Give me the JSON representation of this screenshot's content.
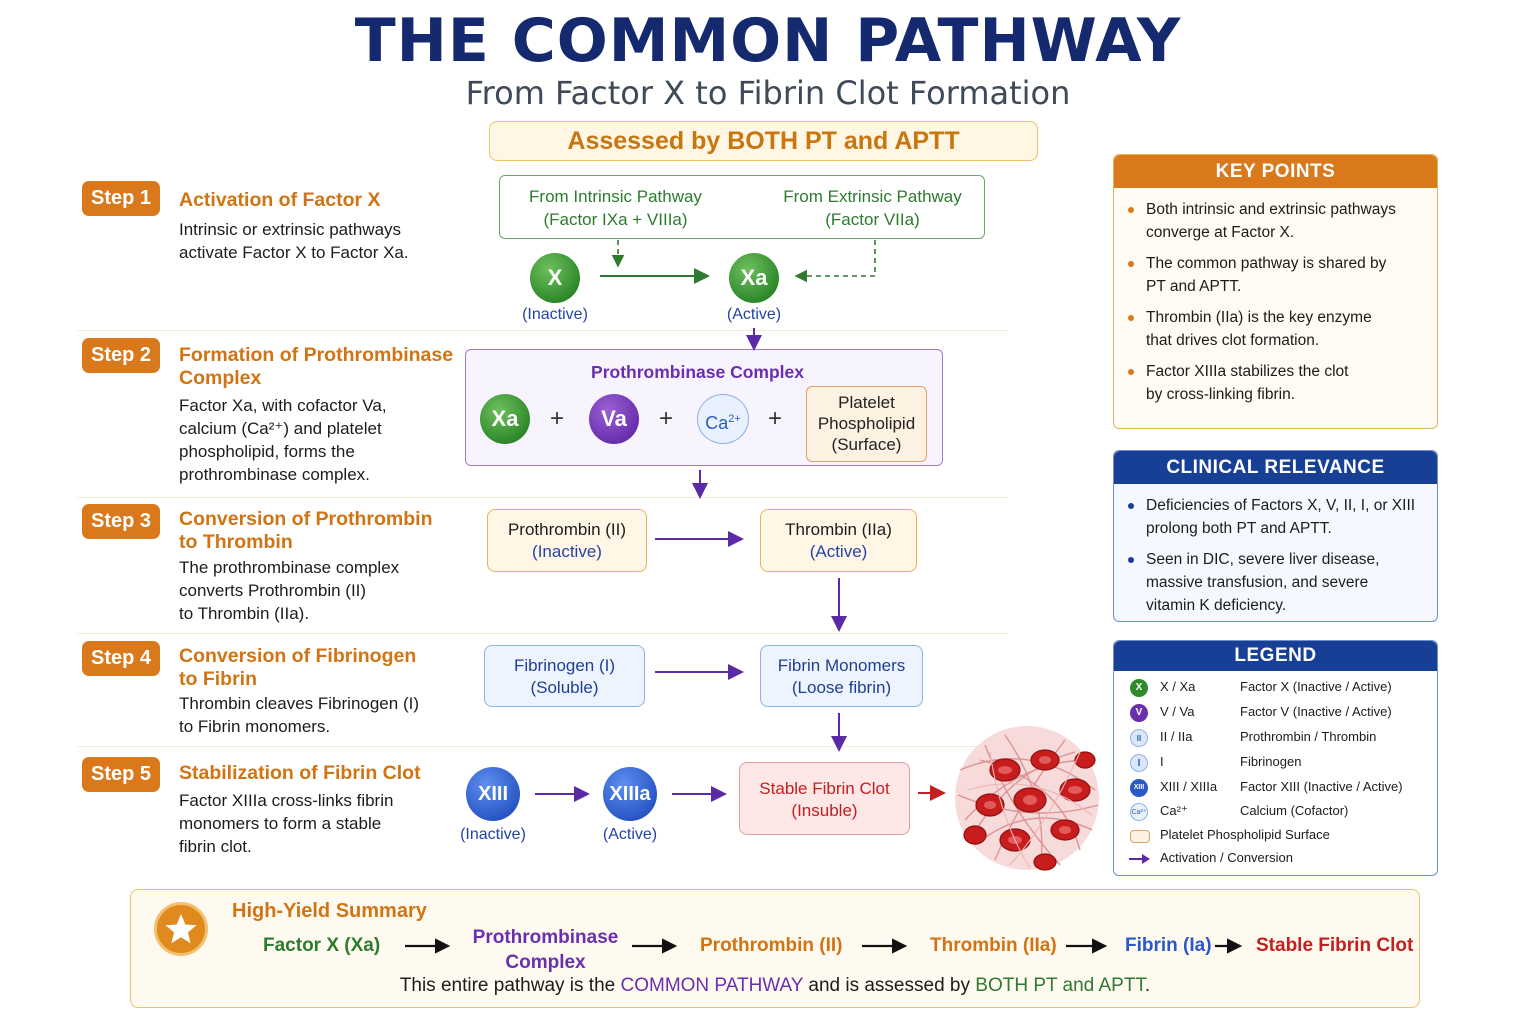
{
  "header": {
    "title": "THE COMMON PATHWAY",
    "subtitle": "From Factor X to Fibrin Clot Formation",
    "assessed": "Assessed by BOTH PT and APTT"
  },
  "steps": [
    {
      "badge": "Step 1",
      "title_lines": [
        "Activation of Factor X"
      ],
      "desc_lines": [
        "Intrinsic or extrinsic pathways",
        "activate Factor X to Factor Xa."
      ]
    },
    {
      "badge": "Step 2",
      "title_lines": [
        "Formation of Prothrombinase",
        "Complex"
      ],
      "desc_lines": [
        "Factor Xa, with cofactor Va,",
        "calcium (Ca²⁺) and platelet",
        "phospholipid, forms the",
        "prothrombinase complex."
      ]
    },
    {
      "badge": "Step 3",
      "title_lines": [
        "Conversion of Prothrombin",
        "to Thrombin"
      ],
      "desc_lines": [
        "The prothrombinase complex",
        "converts Prothrombin (II)",
        "to Thrombin (IIa)."
      ]
    },
    {
      "badge": "Step 4",
      "title_lines": [
        "Conversion of Fibrinogen",
        "to Fibrin"
      ],
      "desc_lines": [
        "Thrombin cleaves Fibrinogen (I)",
        "to Fibrin monomers."
      ]
    },
    {
      "badge": "Step 5",
      "title_lines": [
        "Stabilization of Fibrin Clot"
      ],
      "desc_lines": [
        "Factor XIIIa cross-links fibrin",
        "monomers to form a stable",
        "fibrin clot."
      ]
    }
  ],
  "flow": {
    "intrinsic": [
      "From Intrinsic Pathway",
      "(Factor IXa + VIIIa)"
    ],
    "extrinsic": [
      "From Extrinsic Pathway",
      "(Factor VIIa)"
    ],
    "x": "X",
    "x_label": "(Inactive)",
    "xa": "Xa",
    "xa_label": "(Active)",
    "complex_title": "Prothrombinase Complex",
    "complex_xa": "Xa",
    "complex_va": "Va",
    "complex_ca": "Ca",
    "complex_ca_sup": "2+",
    "plus": "+",
    "platelet": [
      "Platelet",
      "Phospholipid",
      "(Surface)"
    ],
    "prothrombin": [
      "Prothrombin (II)",
      "(Inactive)"
    ],
    "thrombin": [
      "Thrombin (IIa)",
      "(Active)"
    ],
    "fibrinogen": [
      "Fibrinogen (I)",
      "(Soluble)"
    ],
    "fibrin": [
      "Fibrin Monomers",
      "(Loose fibrin)"
    ],
    "xiii": "XIII",
    "xiii_label": "(Inactive)",
    "xiiia": "XIIIa",
    "xiiia_label": "(Active)",
    "clot": [
      "Stable Fibrin Clot",
      "(Insuble)"
    ]
  },
  "key_points": {
    "title": "KEY POINTS",
    "items": [
      [
        "Both intrinsic and extrinsic pathways",
        "converge at Factor X."
      ],
      [
        "The common pathway is shared by",
        "PT and APTT."
      ],
      [
        "Thrombin (IIa) is the key enzyme",
        "that drives clot formation."
      ],
      [
        "Factor XIIIa stabilizes the clot",
        "by cross-linking fibrin."
      ]
    ]
  },
  "clinical": {
    "title": "CLINICAL RELEVANCE",
    "items": [
      [
        "Deficiencies of Factors X, V, II, I, or XIII",
        "prolong both PT and APTT."
      ],
      [
        "Seen in DIC, severe liver disease,",
        "massive transfusion, and severe",
        "vitamin K deficiency."
      ]
    ]
  },
  "legend": {
    "title": "LEGEND",
    "rows": [
      {
        "icon": "X",
        "symbol": "X / Xa",
        "desc": "Factor X (Inactive / Active)",
        "color": "#2f8a2c"
      },
      {
        "icon": "V",
        "symbol": "V / Va",
        "desc": "Factor V (Inactive / Active)",
        "color": "#6a2fae"
      },
      {
        "icon": "II",
        "symbol": "II / IIa",
        "desc": "Prothrombin / Thrombin",
        "color": "#b9d0f2"
      },
      {
        "icon": "I",
        "symbol": "I",
        "desc": "Fibrinogen",
        "color": "#b9d0f2"
      },
      {
        "icon": "XIII",
        "symbol": "XIII / XIIIa",
        "desc": "Factor XIII (Inactive / Active)",
        "color": "#2a58c6"
      },
      {
        "icon": "Ca²⁺",
        "symbol": "Ca²⁺",
        "desc": "Calcium (Cofactor)",
        "color": "#e8f1fd"
      },
      {
        "icon": "",
        "symbol": "Platelet Phospholipid Surface",
        "desc": "",
        "color": "#fdf1e1"
      },
      {
        "icon": "",
        "symbol": "Activation / Conversion",
        "desc": "",
        "color": "#5b2aa6"
      }
    ]
  },
  "summary": {
    "title": "High-Yield Summary",
    "chain": [
      {
        "text": "Factor X (Xa)",
        "color": "#2e7a2e"
      },
      {
        "text": "Prothrombinase",
        "text2": "Complex",
        "color": "#6a2fae"
      },
      {
        "text": "Prothrombin (II)",
        "color": "#d07414"
      },
      {
        "text": "Thrombin (IIa)",
        "color": "#d07414"
      },
      {
        "text": "Fibrin (Ia)",
        "color": "#2a58c6"
      },
      {
        "text": "Stable Fibrin Clot",
        "color": "#c21f1f"
      }
    ],
    "footer_parts": [
      {
        "text": "This entire pathway is the ",
        "color": "#1c1c1c"
      },
      {
        "text": "COMMON PATHWAY",
        "color": "#6a2fae"
      },
      {
        "text": " and is assessed by ",
        "color": "#1c1c1c"
      },
      {
        "text": "BOTH PT and APTT",
        "color": "#2e7a2e"
      },
      {
        "text": ".",
        "color": "#1c1c1c"
      }
    ]
  }
}
